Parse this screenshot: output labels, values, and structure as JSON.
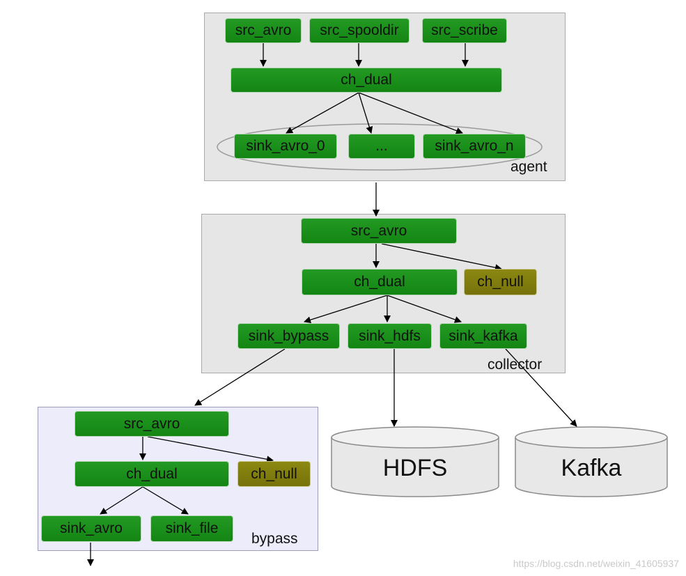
{
  "agent": {
    "label": "agent",
    "sources": [
      "src_avro",
      "src_spooldir",
      "src_scribe"
    ],
    "channel": "ch_dual",
    "sinks": [
      "sink_avro_0",
      "...",
      "sink_avro_n"
    ]
  },
  "collector": {
    "label": "collector",
    "source": "src_avro",
    "channel": "ch_dual",
    "null_channel": "ch_null",
    "sinks": [
      "sink_bypass",
      "sink_hdfs",
      "sink_kafka"
    ]
  },
  "bypass": {
    "label": "bypass",
    "source": "src_avro",
    "channel": "ch_dual",
    "null_channel": "ch_null",
    "sinks": [
      "sink_avro",
      "sink_file"
    ]
  },
  "stores": [
    "HDFS",
    "Kafka"
  ],
  "watermark": "https://blog.csdn.net/weixin_41605937",
  "colors": {
    "node_green": "#1a8f1a",
    "node_olive": "#807c0e",
    "panel_gray": "#e6e6e6",
    "panel_blue": "#ececfb"
  }
}
